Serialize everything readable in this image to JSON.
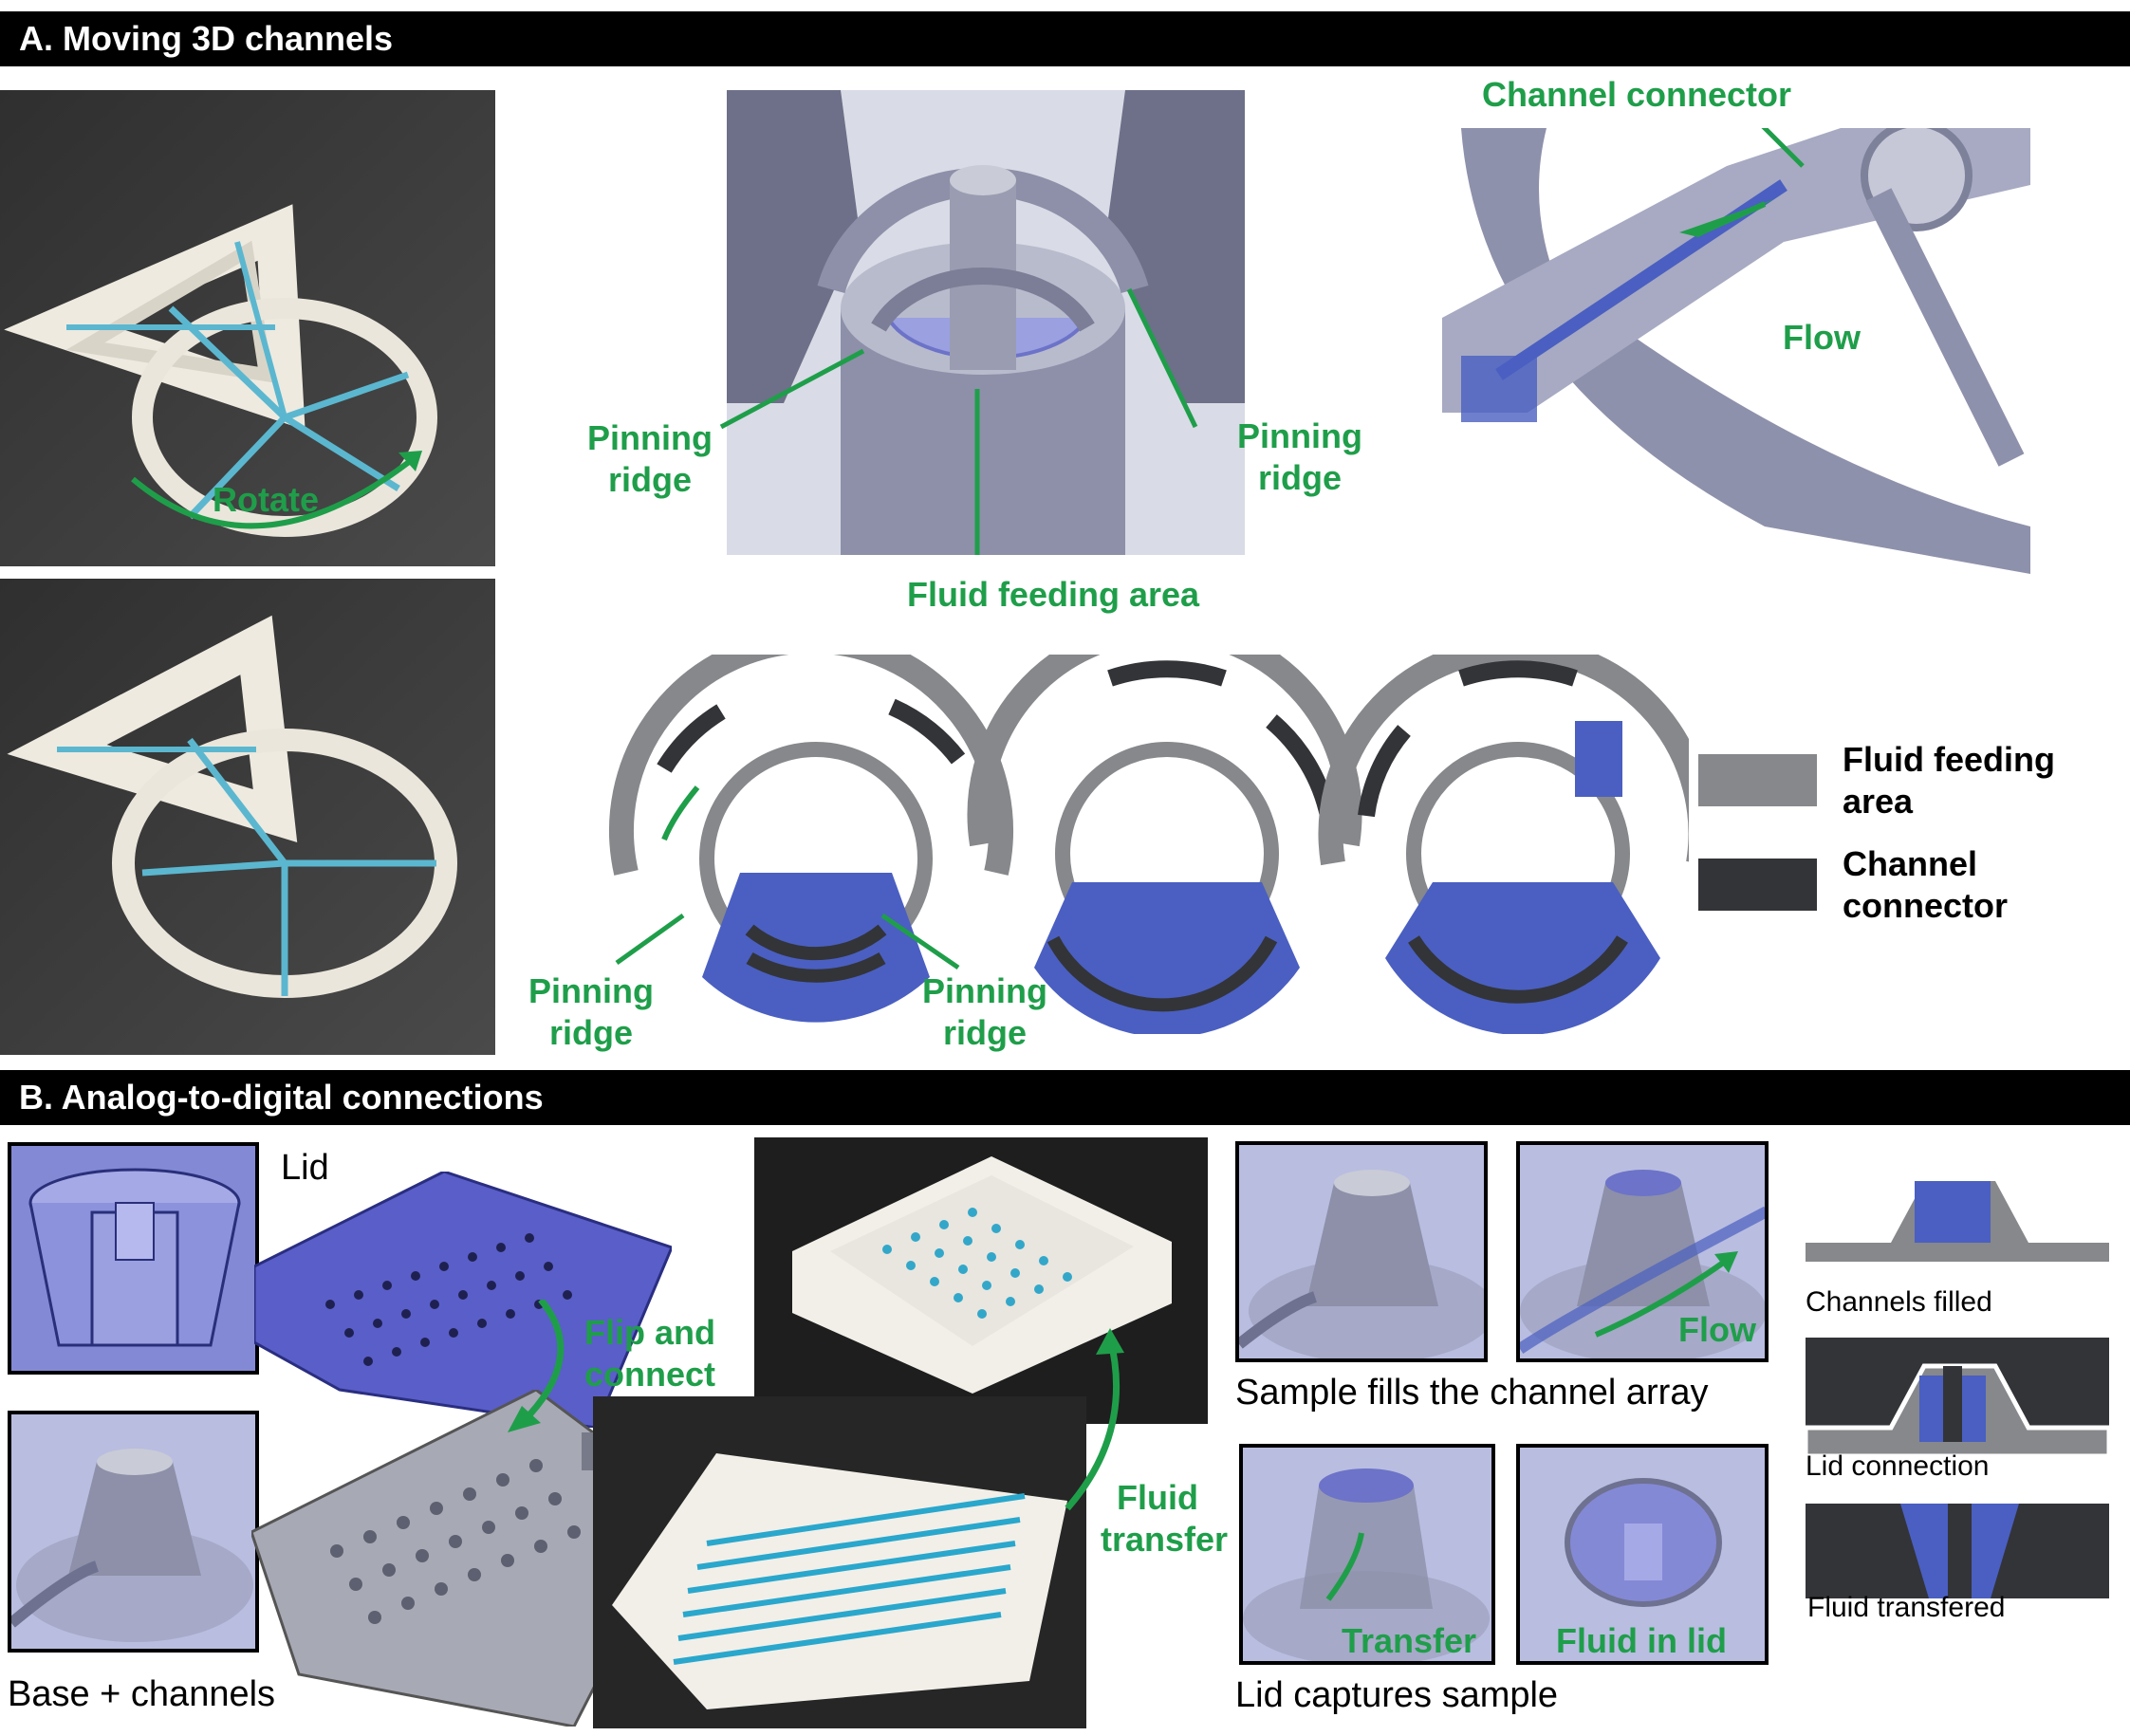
{
  "section_a": {
    "title": "A. Moving 3D channels",
    "rotate_label": "Rotate",
    "pinning_ridge_left": "Pinning ridge",
    "pinning_ridge_right": "Pinning ridge",
    "fluid_feeding_area": "Fluid feeding area",
    "channel_connector": "Channel connector",
    "flow_label": "Flow",
    "bottom_pinning_left": "Pinning ridge",
    "bottom_pinning_right": "Pinning ridge",
    "legend": {
      "feeding": "Fluid feeding area",
      "connector": "Channel connector",
      "feeding_color": "#86888b",
      "connector_color": "#333438"
    }
  },
  "section_b": {
    "title": "B. Analog-to-digital connections",
    "lid_label": "Lid",
    "base_label": "Base + channels",
    "flip_label": "Flip and connect",
    "transfer_label": "Fluid transfer",
    "sample_fills": "Sample fills the channel array",
    "flow_label": "Flow",
    "transfer_small": "Transfer",
    "fluid_in_lid": "Fluid in lid",
    "lid_captures": "Lid captures sample",
    "channels_filled": "Channels filled",
    "lid_connection": "Lid connection",
    "fluid_transfered": "Fluid transfered"
  },
  "colors": {
    "accent_green": "#1f9e4a",
    "fluid_blue": "#4a5fc1",
    "header_bg": "#000000"
  }
}
